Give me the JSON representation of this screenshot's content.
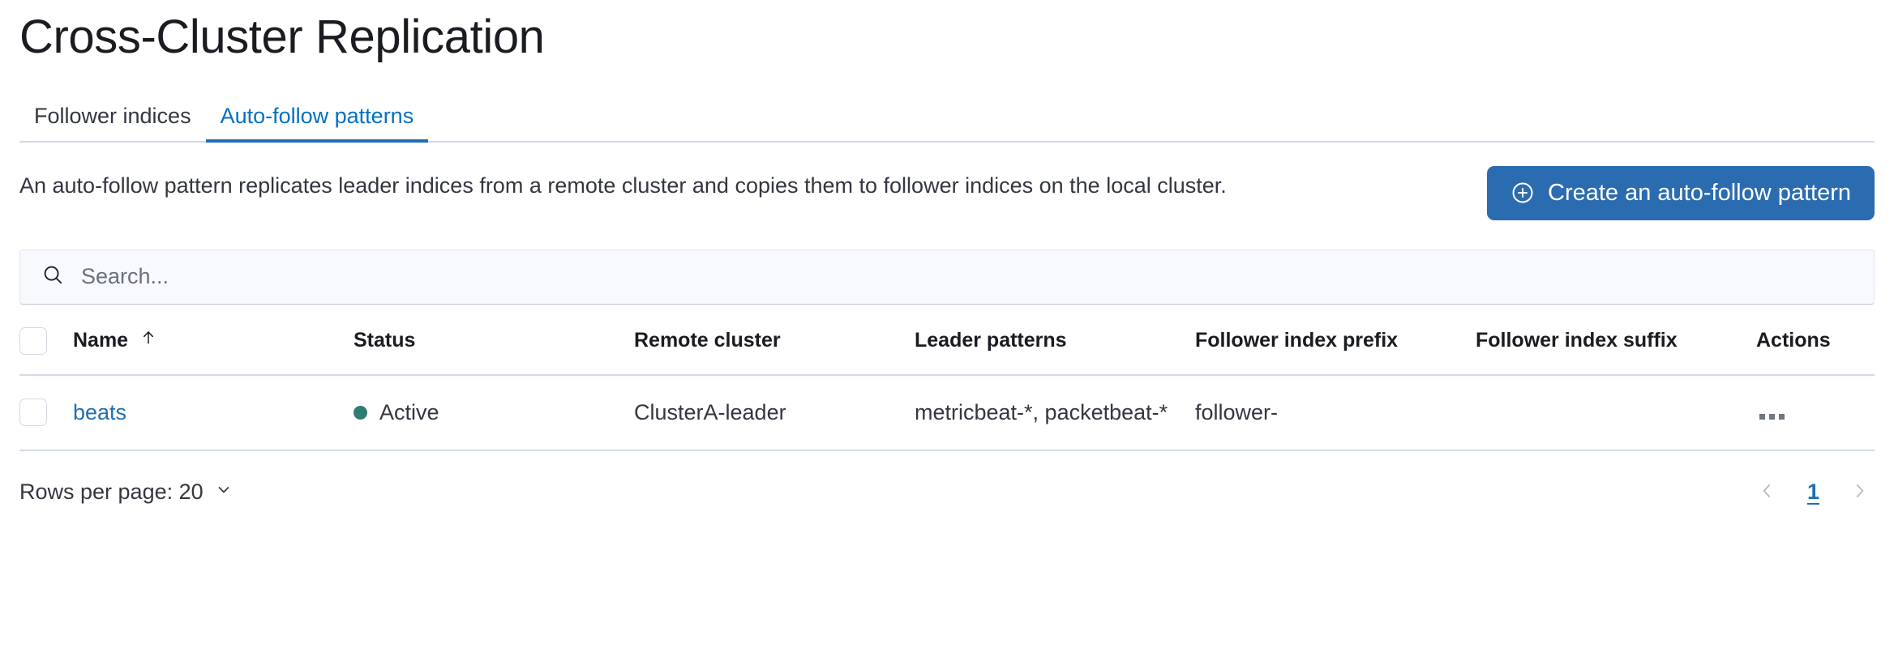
{
  "header": {
    "title": "Cross-Cluster Replication"
  },
  "tabs": [
    {
      "label": "Follower indices",
      "active": false
    },
    {
      "label": "Auto-follow patterns",
      "active": true
    }
  ],
  "intro": {
    "description": "An auto-follow pattern replicates leader indices from a remote cluster and copies them to follower indices on the local cluster.",
    "create_button_label": "Create an auto-follow pattern",
    "create_button_icon": "plus-in-circle-icon",
    "create_button_color": "#2b6cb0"
  },
  "search": {
    "placeholder": "Search...",
    "value": "",
    "icon": "search-icon"
  },
  "table": {
    "columns": [
      {
        "key": "name",
        "label": "Name",
        "sorted": true,
        "sort_direction": "asc",
        "sort_icon": "arrow-up-icon"
      },
      {
        "key": "status",
        "label": "Status"
      },
      {
        "key": "remote_cluster",
        "label": "Remote cluster"
      },
      {
        "key": "leader_patterns",
        "label": "Leader patterns"
      },
      {
        "key": "follower_index_prefix",
        "label": "Follower index prefix"
      },
      {
        "key": "follower_index_suffix",
        "label": "Follower index suffix"
      },
      {
        "key": "actions",
        "label": "Actions"
      }
    ],
    "rows": [
      {
        "selected": false,
        "name": "beats",
        "status": "Active",
        "status_color": "#2e7d73",
        "remote_cluster": "ClusterA-leader",
        "leader_patterns": "metricbeat-*, packetbeat-*",
        "follower_index_prefix": "follower-",
        "follower_index_suffix": "",
        "actions_icon": "ellipsis-horizontal-icon"
      }
    ]
  },
  "footer": {
    "rows_per_page_label": "Rows per page: 20",
    "rows_per_page_icon": "chevron-down-icon",
    "previous_icon": "chevron-left-icon",
    "next_icon": "chevron-right-icon",
    "current_page": "1"
  }
}
